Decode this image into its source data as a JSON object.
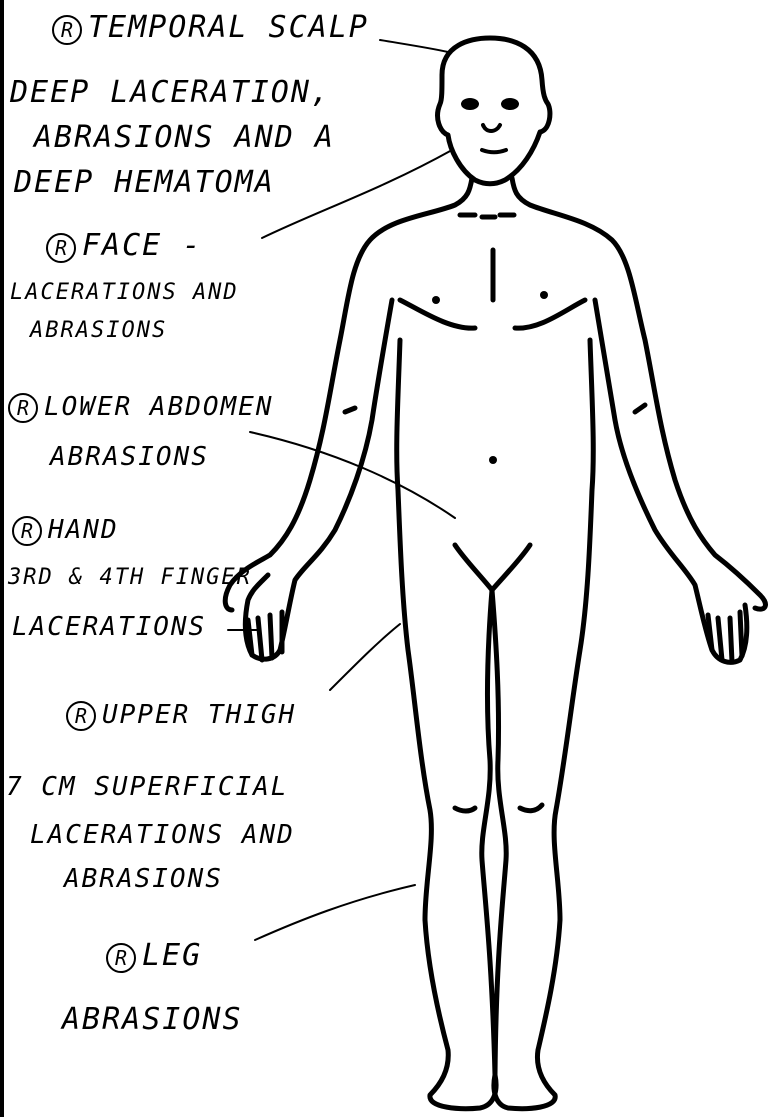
{
  "annotations": {
    "temporal_scalp": {
      "marker": "R",
      "title": "TEMPORAL SCALP",
      "lines": [
        "DEEP LACERATION,",
        "ABRASIONS AND A",
        "DEEP HEMATOMA"
      ]
    },
    "face": {
      "marker": "R",
      "title": "FACE -",
      "lines": [
        "LACERATIONS AND",
        "ABRASIONS"
      ]
    },
    "lower_abdomen": {
      "marker": "R",
      "title": "LOWER ABDOMEN",
      "lines": [
        "ABRASIONS"
      ]
    },
    "hand": {
      "marker": "R",
      "title": "HAND",
      "lines": [
        "3RD & 4TH FINGER",
        "LACERATIONS"
      ]
    },
    "upper_thigh": {
      "marker": "R",
      "title": "UPPER THIGH",
      "lines": [
        "7 CM SUPERFICIAL",
        "LACERATIONS AND",
        "ABRASIONS"
      ]
    },
    "leg": {
      "marker": "R",
      "title": "LEG",
      "lines": [
        "ABRASIONS"
      ]
    }
  },
  "colors": {
    "ink": "#000000",
    "paper": "#ffffff"
  }
}
